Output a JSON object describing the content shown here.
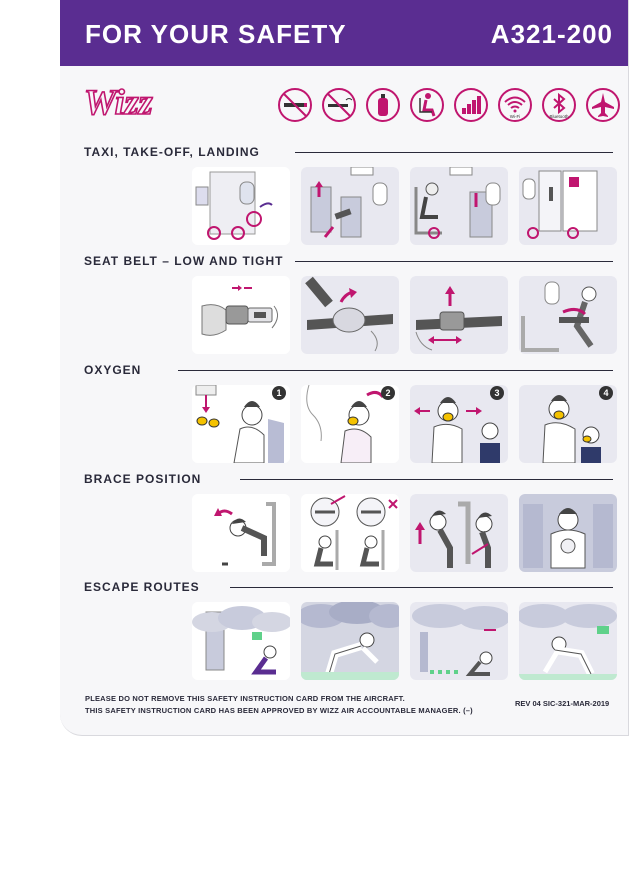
{
  "header": {
    "title": "FOR YOUR SAFETY",
    "aircraft": "A321-200"
  },
  "brand": {
    "logo_text": "WIZZ",
    "color_purple": "#5a2d91",
    "color_magenta": "#c0166f"
  },
  "prohibition_icons": [
    {
      "icon": "no-smoking-icon"
    },
    {
      "icon": "no-e-cigarette-icon"
    },
    {
      "icon": "no-fire-extinguisher-icon"
    },
    {
      "icon": "seated-person-icon"
    },
    {
      "icon": "signal-bars-icon"
    },
    {
      "icon": "wifi-icon",
      "label": "Wi-Fi"
    },
    {
      "icon": "bluetooth-icon",
      "label": "Bluetooth"
    },
    {
      "icon": "airplane-icon"
    }
  ],
  "sections": [
    {
      "id": "taxi",
      "title": "TAXI, TAKE-OFF, LANDING",
      "panels": [
        {
          "icon": "seat-window-icon"
        },
        {
          "icon": "tray-table-icon"
        },
        {
          "icon": "seat-upright-icon"
        },
        {
          "icon": "cabin-door-icon"
        }
      ]
    },
    {
      "id": "seatbelt",
      "title": "SEAT BELT – LOW AND TIGHT",
      "panels": [
        {
          "icon": "belt-buckle-icon"
        },
        {
          "icon": "belt-tighten-icon"
        },
        {
          "icon": "belt-release-icon"
        },
        {
          "icon": "belt-worn-icon"
        }
      ]
    },
    {
      "id": "oxygen",
      "title": "OXYGEN",
      "panels": [
        {
          "icon": "mask-drop-icon",
          "step": "1"
        },
        {
          "icon": "mask-pull-icon",
          "step": "2"
        },
        {
          "icon": "mask-strap-icon",
          "step": "3"
        },
        {
          "icon": "mask-help-child-icon",
          "step": "4"
        }
      ]
    },
    {
      "id": "brace",
      "title": "BRACE POSITION",
      "panels": [
        {
          "icon": "brace-forward-icon"
        },
        {
          "icon": "brace-correct-incorrect-icon"
        },
        {
          "icon": "brace-seat-icon"
        },
        {
          "icon": "brace-infant-icon"
        }
      ]
    },
    {
      "id": "escape",
      "title": "ESCAPE ROUTES",
      "panels": [
        {
          "icon": "smoke-exit-icon"
        },
        {
          "icon": "crawl-smoke-icon"
        },
        {
          "icon": "floor-lights-icon"
        },
        {
          "icon": "crawl-exit-icon"
        }
      ]
    }
  ],
  "footer": {
    "line1": "PLEASE DO NOT REMOVE THIS SAFETY INSTRUCTION CARD FROM THE AIRCRAFT.",
    "line2": "THIS SAFETY INSTRUCTION CARD HAS BEEN APPROVED BY WIZZ AIR ACCOUNTABLE MANAGER. (–)",
    "revision": "REV 04 SIC-321-MAR-2019"
  }
}
